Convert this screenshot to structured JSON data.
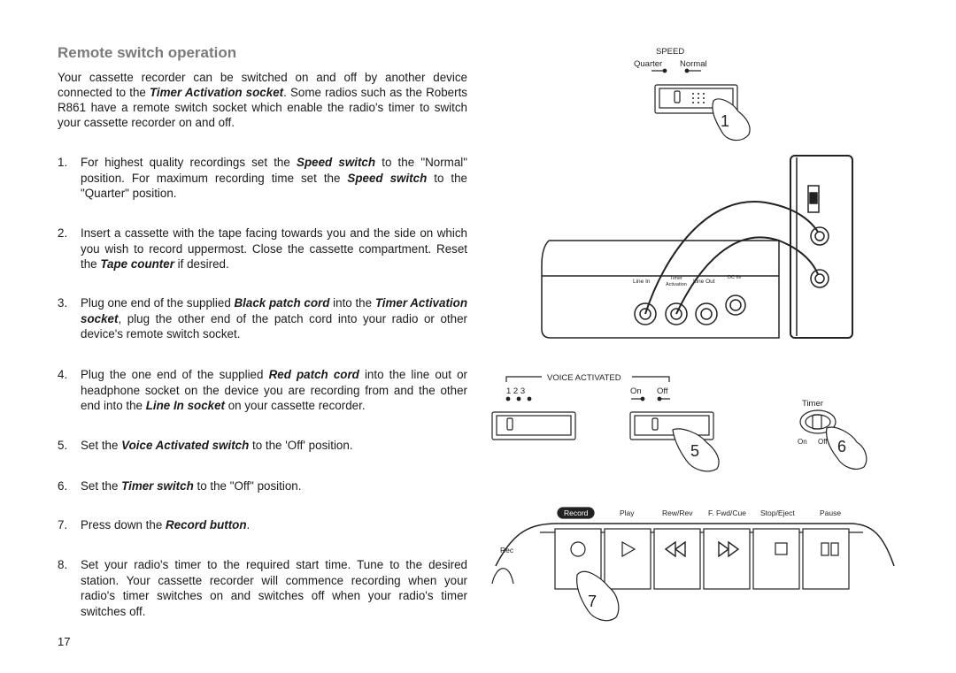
{
  "title": "Remote switch operation",
  "intro": {
    "p1": "Your cassette recorder can be switched on and off by another device connected to the ",
    "b1": "Timer Activation socket",
    "p2": ". Some radios such as the Roberts R861 have a remote switch socket which enable the radio's timer to switch your cassette recorder on and off."
  },
  "steps": [
    {
      "num": "1.",
      "parts": [
        {
          "t": "For highest quality recordings set the "
        },
        {
          "b": "Speed switch"
        },
        {
          "t": " to the \"Normal\" position. For maximum recording time set the "
        },
        {
          "b": "Speed switch"
        },
        {
          "t": " to the \"Quarter\" position."
        }
      ]
    },
    {
      "num": "2.",
      "parts": [
        {
          "t": "Insert a cassette with the tape facing towards you and the side on which you wish to record uppermost. Close the cassette compartment. Reset the "
        },
        {
          "b": "Tape counter"
        },
        {
          "t": " if desired."
        }
      ]
    },
    {
      "num": "3.",
      "parts": [
        {
          "t": "Plug one end of the supplied "
        },
        {
          "b": "Black patch cord"
        },
        {
          "t": " into the "
        },
        {
          "b": "Timer Activation socket"
        },
        {
          "t": ", plug the other end of the patch cord into your radio or other device's remote switch socket."
        }
      ]
    },
    {
      "num": "4.",
      "parts": [
        {
          "t": "Plug the one end of the supplied "
        },
        {
          "b": "Red patch cord"
        },
        {
          "t": " into the line out or headphone socket on the device you are recording from and the other end into the "
        },
        {
          "b": "Line In socket"
        },
        {
          "t": " on your cassette recorder."
        }
      ]
    },
    {
      "num": "5.",
      "parts": [
        {
          "t": "Set the "
        },
        {
          "b": "Voice Activated switch"
        },
        {
          "t": " to the 'Off' position."
        }
      ]
    },
    {
      "num": "6.",
      "parts": [
        {
          "t": "Set the "
        },
        {
          "b": "Timer switch"
        },
        {
          "t": " to the \"Off\" position."
        }
      ]
    },
    {
      "num": "7.",
      "parts": [
        {
          "t": "Press down the "
        },
        {
          "b": "Record button"
        },
        {
          "t": "."
        }
      ]
    },
    {
      "num": "8.",
      "parts": [
        {
          "t": "Set your radio's timer to the required start time. Tune to the desired station. Your cassette recorder will commence recording when your radio's timer switches on and switches off when your radio's timer switches off."
        }
      ]
    }
  ],
  "page_number": "17",
  "diagrams": {
    "speed": {
      "title": "SPEED",
      "quarter": "Quarter",
      "normal": "Normal",
      "callout": "1"
    },
    "sockets": {
      "line_in": "Line In",
      "timer": "Timer",
      "activation": "Activation",
      "line_out": "Line Out",
      "dc": "DC 6v"
    },
    "voice": {
      "title": "VOICE ACTIVATED",
      "levels": "1  2  3",
      "on": "On",
      "off": "Off",
      "callout": "5"
    },
    "timer": {
      "title": "Timer",
      "on": "On",
      "off": "Off",
      "callout": "6"
    },
    "buttons": {
      "record": "Record",
      "play": "Play",
      "rew": "Rew/Rev",
      "ffwd": "F. Fwd/Cue",
      "stop": "Stop/Eject",
      "pause": "Pause",
      "rec": "Rec",
      "callout": "7"
    }
  }
}
